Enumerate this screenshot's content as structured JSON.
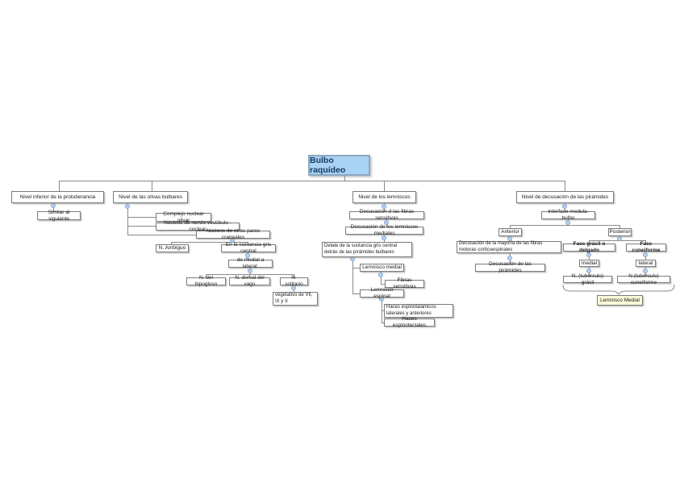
{
  "colors": {
    "title_fill": "#a9d3f4",
    "title_border": "#8ea7bf",
    "title_text": "#17375e",
    "box_fill": "#ffffff",
    "box_border": "#7b7b7b",
    "line": "#8a8a8a",
    "dot_fill": "#b9d1ee",
    "dot_border": "#85a9d2",
    "highlight_fill": "#fafad8"
  },
  "nodes": {
    "t": {
      "label": "Bulbo raquídeo"
    },
    "b1": {
      "label": "Nivel inferior de la protuberancia"
    },
    "similar": {
      "label": "Similar al siguiente"
    },
    "b2": {
      "label": "Nivel de las olivas bulbares"
    },
    "olivar": {
      "label": "Complejo nuclear olivar"
    },
    "vestibulo": {
      "label": "Núcleos de nervio vestíbulo -coclear"
    },
    "otros": {
      "label": "Núcleos de otros pares craneales"
    },
    "ambiguo": {
      "label": "N. Ambiguo"
    },
    "sustancia": {
      "label": "En la sustancia gris central"
    },
    "medlat": {
      "label": "de medial a lateral:"
    },
    "hipogloso": {
      "label": "N. del hipogloso"
    },
    "dorsal": {
      "label": "N. dorsal del vago"
    },
    "solitario": {
      "label": "N. solitario"
    },
    "vegetativo": {
      "label": "vegetativo de VII, IX y X"
    },
    "b3": {
      "label": "Nivel de los lemniscos"
    },
    "decfibras": {
      "label": "Decusación d las fibras sensitivas"
    },
    "declem": {
      "label": "Decusación de los lemniscos mediales"
    },
    "delante": {
      "label": "Delate de la sustancia gris central detrás de las pirámides bulbares"
    },
    "lemmedial": {
      "label": "Lemnisco medial"
    },
    "fibsens": {
      "label": "Fibras sensitivas"
    },
    "lemespinal": {
      "label": "Lemnisco espinal"
    },
    "hacesesp": {
      "label": "Haces espinotalámicos laterales y anteriores"
    },
    "hacestect": {
      "label": "Haces espinotectales"
    },
    "b4": {
      "label": "Nivel de decusación de las pirámides"
    },
    "interfase": {
      "label": "Interfase medula-bulbo"
    },
    "anterior": {
      "label": "Anterior"
    },
    "posterior": {
      "label": "Posterior"
    },
    "decmotoras": {
      "label": "Decusación de la mayoría de las fibras motoras corticoespinales"
    },
    "decpiram": {
      "label": "Decusación de las pirámides"
    },
    "fascgracil": {
      "label": "Fasc grácil o delgado"
    },
    "fasccunei": {
      "label": "Fasc cuneiforme"
    },
    "medial": {
      "label": "medial"
    },
    "lateral": {
      "label": "lateral"
    },
    "ngracil": {
      "label": "N. (tubérculo) grácil"
    },
    "ncunei": {
      "label": "N.(tubérculo) cuneiforme"
    },
    "lemresult": {
      "label": "Lemnisco Medial"
    }
  }
}
